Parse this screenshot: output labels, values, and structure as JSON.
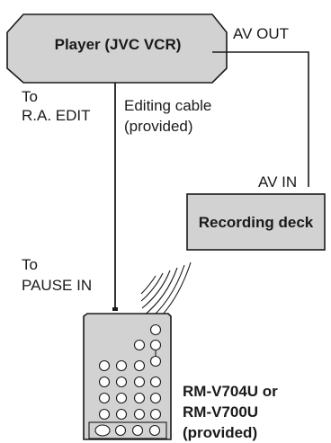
{
  "player": {
    "label": "Player (JVC VCR)"
  },
  "recorder": {
    "label": "Recording deck"
  },
  "ports": {
    "av_out": "AV OUT",
    "av_in": "AV IN"
  },
  "annotations": {
    "to_ra_edit_line1": "To",
    "to_ra_edit_line2": "R.A. EDIT",
    "cable_line1": "Editing cable",
    "cable_line2": "(provided)",
    "to_pause_in_line1": "To",
    "to_pause_in_line2": "PAUSE IN"
  },
  "remote": {
    "model_line1": "RM-V704U or",
    "model_line2": "RM-V700U",
    "model_line3": "(provided)"
  },
  "colors": {
    "box_fill": "#d2d2d2",
    "line": "#1a1a1a"
  }
}
